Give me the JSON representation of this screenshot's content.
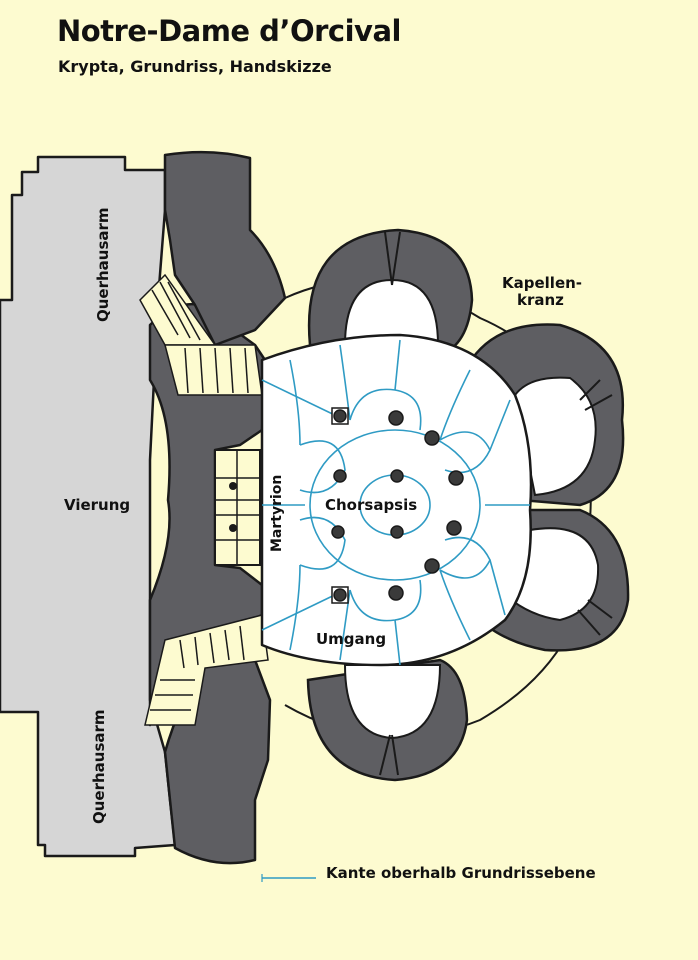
{
  "header": {
    "title": "Notre-Dame d’Orcival",
    "subtitle": "Krypta, Grundriss, Handskizze"
  },
  "labels": {
    "transept_top": "Querhausarm",
    "transept_bottom": "Querhausarm",
    "crossing": "Vierung",
    "martyrion": "Martyrion",
    "apse": "Chorsapsis",
    "ambulatory": "Umgang",
    "chapels_line1": "Kapellen-",
    "chapels_line2": "kranz"
  },
  "legend": {
    "text": "Kante oberhalb Grundrissebene"
  },
  "colors": {
    "background": "#fdfbd0",
    "gray_area": "#d6d6d6",
    "masonry": "#5e5e62",
    "outline": "#1a1a1a",
    "vault_lines": "#2f9bc4"
  }
}
